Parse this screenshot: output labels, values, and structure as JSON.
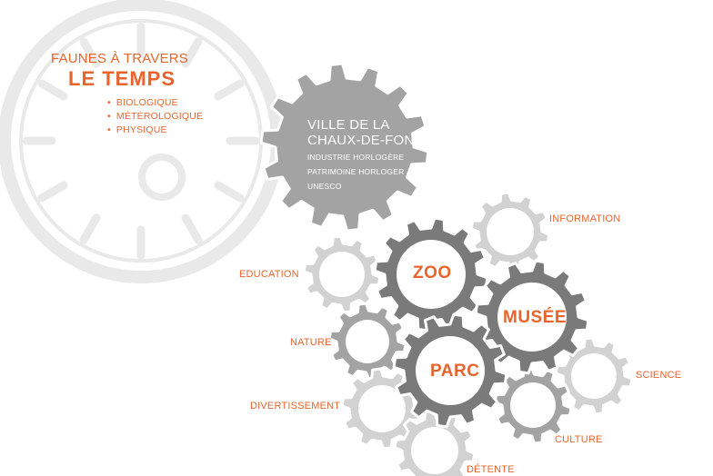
{
  "header": {
    "line1": "FAUNES À TRAVERS",
    "line2": "LE TEMPS",
    "bullets": [
      "BIOLOGIQUE",
      "MÉTÉROLOGIQUE",
      "PHYSIQUE"
    ]
  },
  "city": {
    "line1": "VILLE DE LA",
    "line2": "CHAUX-DE-FONDS",
    "items": [
      "INDUSTRIE HORLOGÈRE",
      "PATRIMOINE HORLOGER",
      "UNESCO"
    ]
  },
  "gears": {
    "zoo": "ZOO",
    "musee": "MUSÉE",
    "parc": "PARC"
  },
  "labels": {
    "information": "INFORMATION",
    "education": "EDUCATION",
    "nature": "NATURE",
    "divertissement": "DIVERTISSEMENT",
    "science": "SCIENCE",
    "culture": "CULTURE",
    "detente": "DÉTENTE"
  },
  "colors": {
    "accent": "#e8642c",
    "dark_gear": "#7a7a7a",
    "mid_gear": "#a3a3a3",
    "light_gear": "#d2d2d2",
    "clock": "#e9e9e9"
  }
}
